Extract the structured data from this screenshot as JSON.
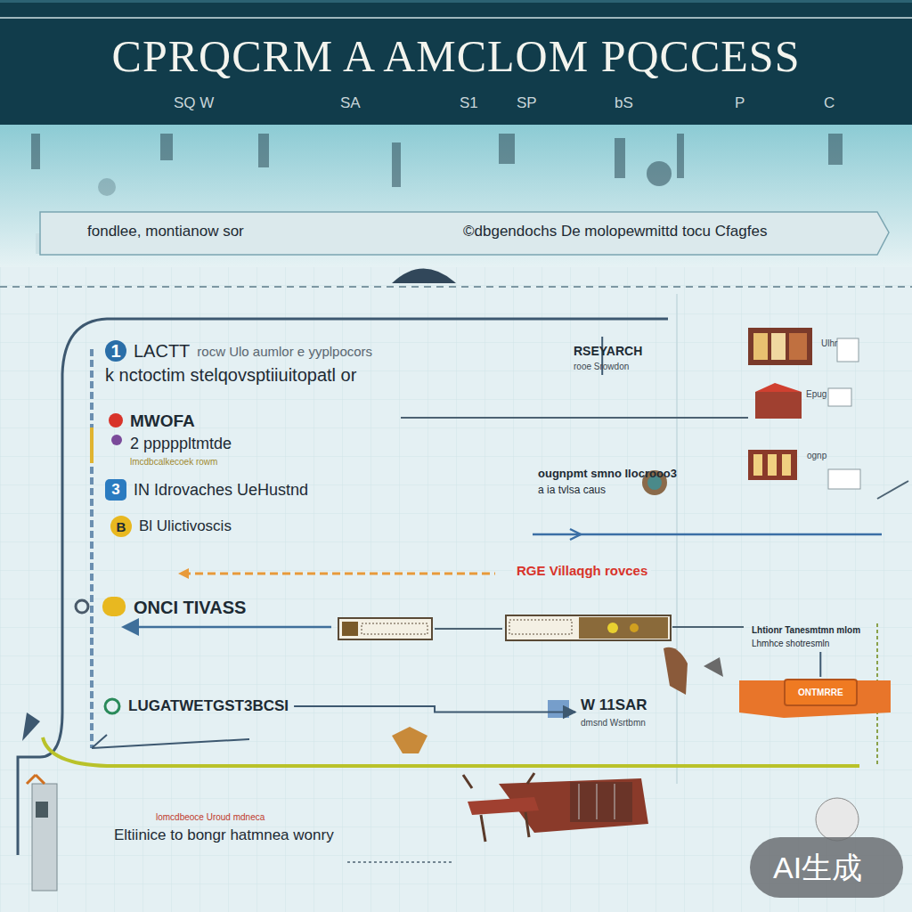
{
  "diagram": {
    "title": "CPRQCRM A AMCLOM PQCCESS",
    "nodes": [
      {
        "text": [
          "1",
          "LACTT",
          "rocw Ulo aumlor e yyplpocors",
          "k nctoctim stelqovsptiiuitopatl or"
        ]
      },
      {
        "text": [
          "MWOFA",
          "2 pppppltmtde",
          "lmcdbcalkecoek rowm"
        ]
      },
      {
        "text": [
          "3",
          "IN Idrovaches UeHustnd"
        ]
      },
      {
        "text": [
          "B",
          "Bl Ulictivoscis"
        ]
      },
      {
        "text": [
          "ONCI TIVASS"
        ]
      },
      {
        "text": [
          "LUGATWETGST3BCSI"
        ]
      },
      {
        "text": [
          "RSEYARCH",
          "rooe Srowdon"
        ]
      },
      {
        "text": [
          "ougnpmt smno llocrooo3",
          "a ia tvlsa caus"
        ]
      },
      {
        "text": [
          "RGE Villaqgh rovces"
        ]
      },
      {
        "text": [
          "W 11SAR",
          "dmsnd Wsrtbmn"
        ]
      },
      {
        "text": [
          "ONTMRRE"
        ]
      },
      {
        "text": [
          "Lhtionr Tanesmtmn mlom",
          "Lhmhce shotresmln"
        ]
      }
    ],
    "edges": [
      {
        "from": 0,
        "to": 6,
        "arrow": "none"
      },
      {
        "from": 5,
        "to": 9,
        "arrow": "to"
      },
      {
        "from": 10,
        "to": 11,
        "arrow": "none"
      }
    ],
    "labels": [
      "SQ W",
      "SA",
      "S1",
      "SP",
      "bS",
      "P",
      "C",
      "fondlee, montianow sor",
      "©dbgendochs De molopewmittd tocu Cfagfes",
      "Ulhr",
      "Epug",
      "ognp",
      "Eltiinice to bongr hatmnea wonry",
      "lomcdbeoce Uroud mdneca",
      "AI生成"
    ]
  }
}
